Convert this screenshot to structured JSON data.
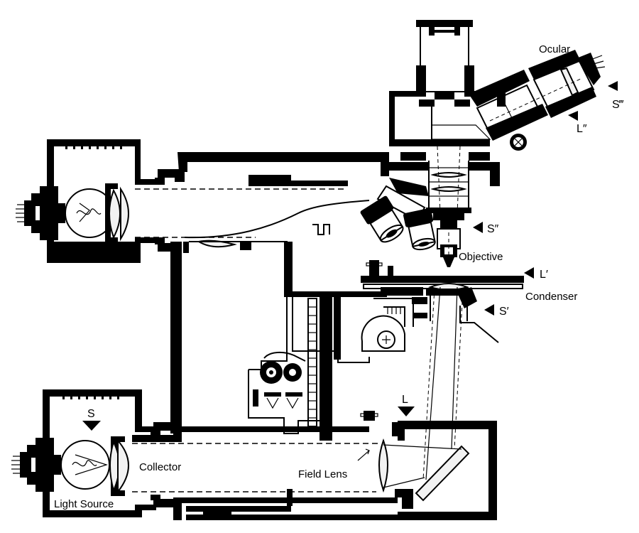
{
  "labels": {
    "ocular": "Ocular",
    "s_triple": "S‴",
    "l_double": "L″",
    "s_double": "S″",
    "objective": "Objective",
    "l_prime": "L′",
    "condenser": "Condenser",
    "s_prime": "S′",
    "l": "L",
    "s": "S",
    "collector": "Collector",
    "field_lens": "Field Lens",
    "light_source": "Light Source"
  }
}
